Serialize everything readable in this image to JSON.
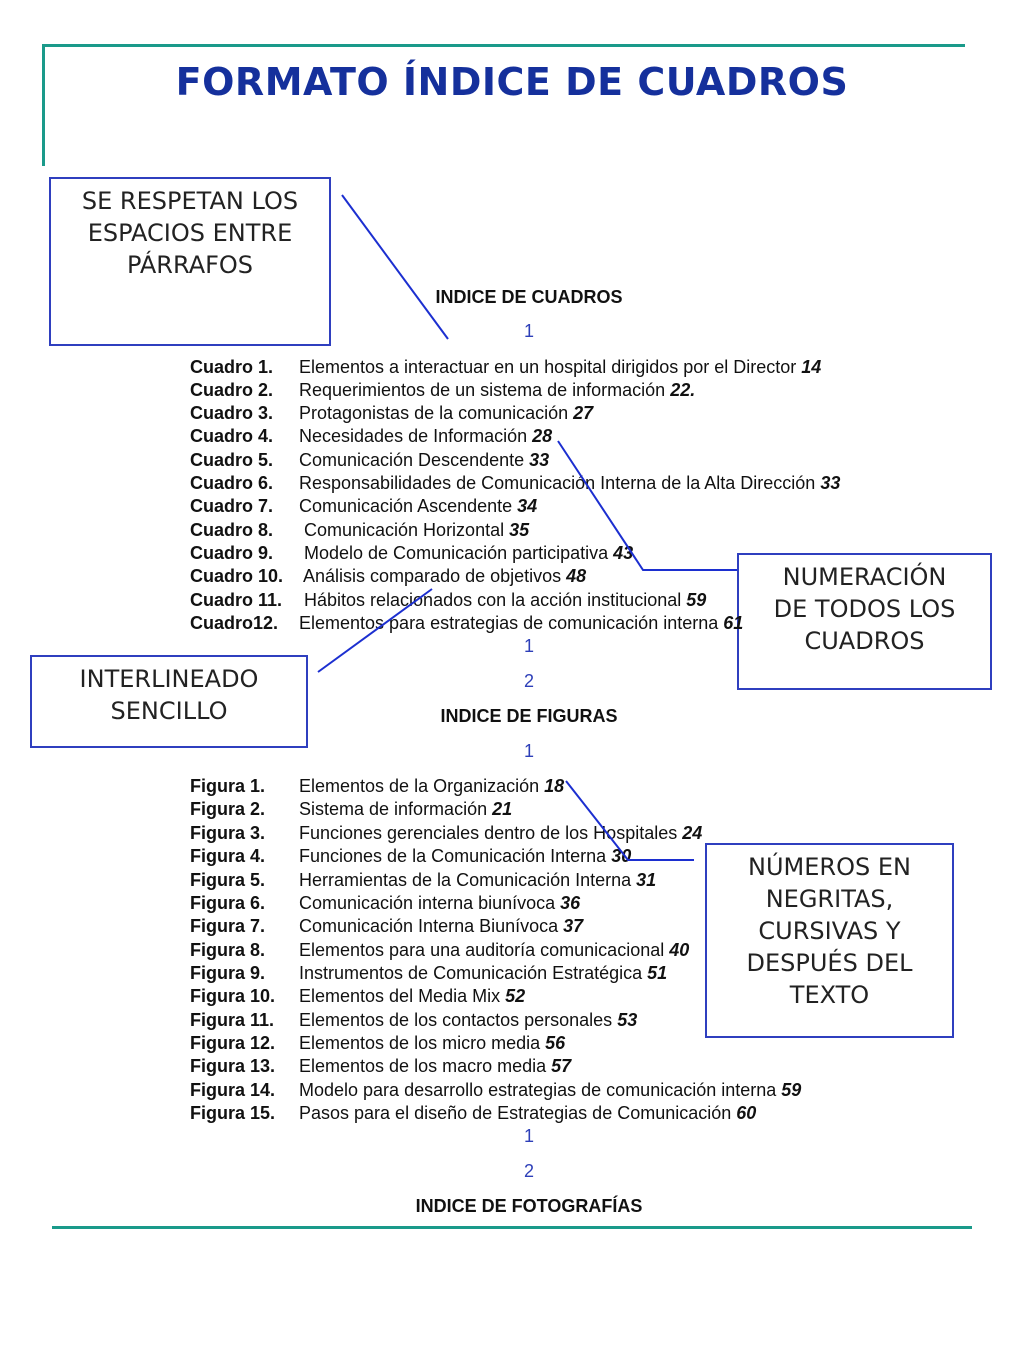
{
  "title": "FORMATO ÍNDICE DE CUADROS",
  "callouts": {
    "espacios": [
      "SE RESPETAN LOS",
      "ESPACIOS ENTRE",
      "PÁRRAFOS"
    ],
    "numeracion": [
      "NUMERACIÓN",
      "DE TODOS LOS",
      "CUADROS"
    ],
    "interlineado": [
      "INTERLINEADO",
      "SENCILLO"
    ],
    "numeros": [
      "NÚMEROS EN",
      "NEGRITAS,",
      "CURSIVAS Y",
      "DESPUÉS DEL",
      "TEXTO"
    ]
  },
  "cuadros": {
    "heading": "INDICE DE CUADROS",
    "blank_before": "1",
    "blanks_after": [
      "1",
      "2"
    ],
    "entries": [
      {
        "label": "Cuadro 1.",
        "text": "Elementos a interactuar en un hospital dirigidos por el Director ",
        "page": "14"
      },
      {
        "label": "Cuadro 2.",
        "text": "Requerimientos de un sistema de información ",
        "page": "22."
      },
      {
        "label": "Cuadro 3.",
        "text": "Protagonistas de la comunicación ",
        "page": "27"
      },
      {
        "label": "Cuadro 4.",
        "text": "Necesidades de Información ",
        "page": "28"
      },
      {
        "label": "Cuadro 5.",
        "text": "Comunicación Descendente ",
        "page": "33"
      },
      {
        "label": "Cuadro 6.",
        "text": "Responsabilidades de Comunicación Interna de  la Alta Dirección ",
        "page": "33"
      },
      {
        "label": "Cuadro 7.",
        "text": "Comunicación Ascendente ",
        "page": "34"
      },
      {
        "label": "Cuadro 8.",
        "text": " Comunicación Horizontal ",
        "page": "35"
      },
      {
        "label": "Cuadro 9.",
        "text": " Modelo de Comunicación participativa ",
        "page": "43"
      },
      {
        "label": "Cuadro 10.",
        "text": " Análisis comparado de objetivos ",
        "page": "48"
      },
      {
        "label": "Cuadro 11.",
        "text": " Hábitos relacionados con la acción institucional ",
        "page": "59"
      },
      {
        "label": "Cuadro12.",
        "text": "Elementos para estrategias de comunicación interna ",
        "page": "61"
      }
    ]
  },
  "figuras": {
    "heading": "INDICE DE FIGURAS",
    "blank_before": "1",
    "blanks_after": [
      "1",
      "2"
    ],
    "entries": [
      {
        "label": "Figura 1.",
        "text": "Elementos de la Organización ",
        "page": "18"
      },
      {
        "label": "Figura 2.",
        "text": "Sistema de información ",
        "page": "21"
      },
      {
        "label": "Figura 3.",
        "text": "Funciones gerenciales dentro de los Hospitales ",
        "page": "24"
      },
      {
        "label": "Figura 4.",
        "text": "Funciones  de la Comunicación Interna ",
        "page": "30"
      },
      {
        "label": "Figura 5.",
        "text": "Herramientas de la Comunicación Interna ",
        "page": "31"
      },
      {
        "label": "Figura 6.",
        "text": "Comunicación interna biunívoca ",
        "page": "36"
      },
      {
        "label": "Figura 7.",
        "text": "Comunicación Interna Biunívoca ",
        "page": "37"
      },
      {
        "label": "Figura 8.",
        "text": "Elementos para una auditoría comunicacional  ",
        "page": "40"
      },
      {
        "label": "Figura 9.",
        "text": "Instrumentos de Comunicación Estratégica ",
        "page": "51"
      },
      {
        "label": "Figura 10.",
        "text": "Elementos del Media Mix ",
        "page": "52"
      },
      {
        "label": "Figura 11.",
        "text": "Elementos de los contactos personales ",
        "page": "53"
      },
      {
        "label": "Figura 12.",
        "text": "Elementos de los micro media ",
        "page": "56"
      },
      {
        "label": "Figura 13.",
        "text": "Elementos de los macro media ",
        "page": "57"
      },
      {
        "label": "Figura 14.",
        "text": "Modelo para desarrollo estrategias de comunicación interna ",
        "page": "59"
      },
      {
        "label": "Figura 15.",
        "text": "Pasos para el diseño de Estrategias de Comunicación ",
        "page": "60"
      }
    ]
  },
  "fotografias": {
    "heading": "INDICE DE FOTOGRAFÍAS"
  }
}
